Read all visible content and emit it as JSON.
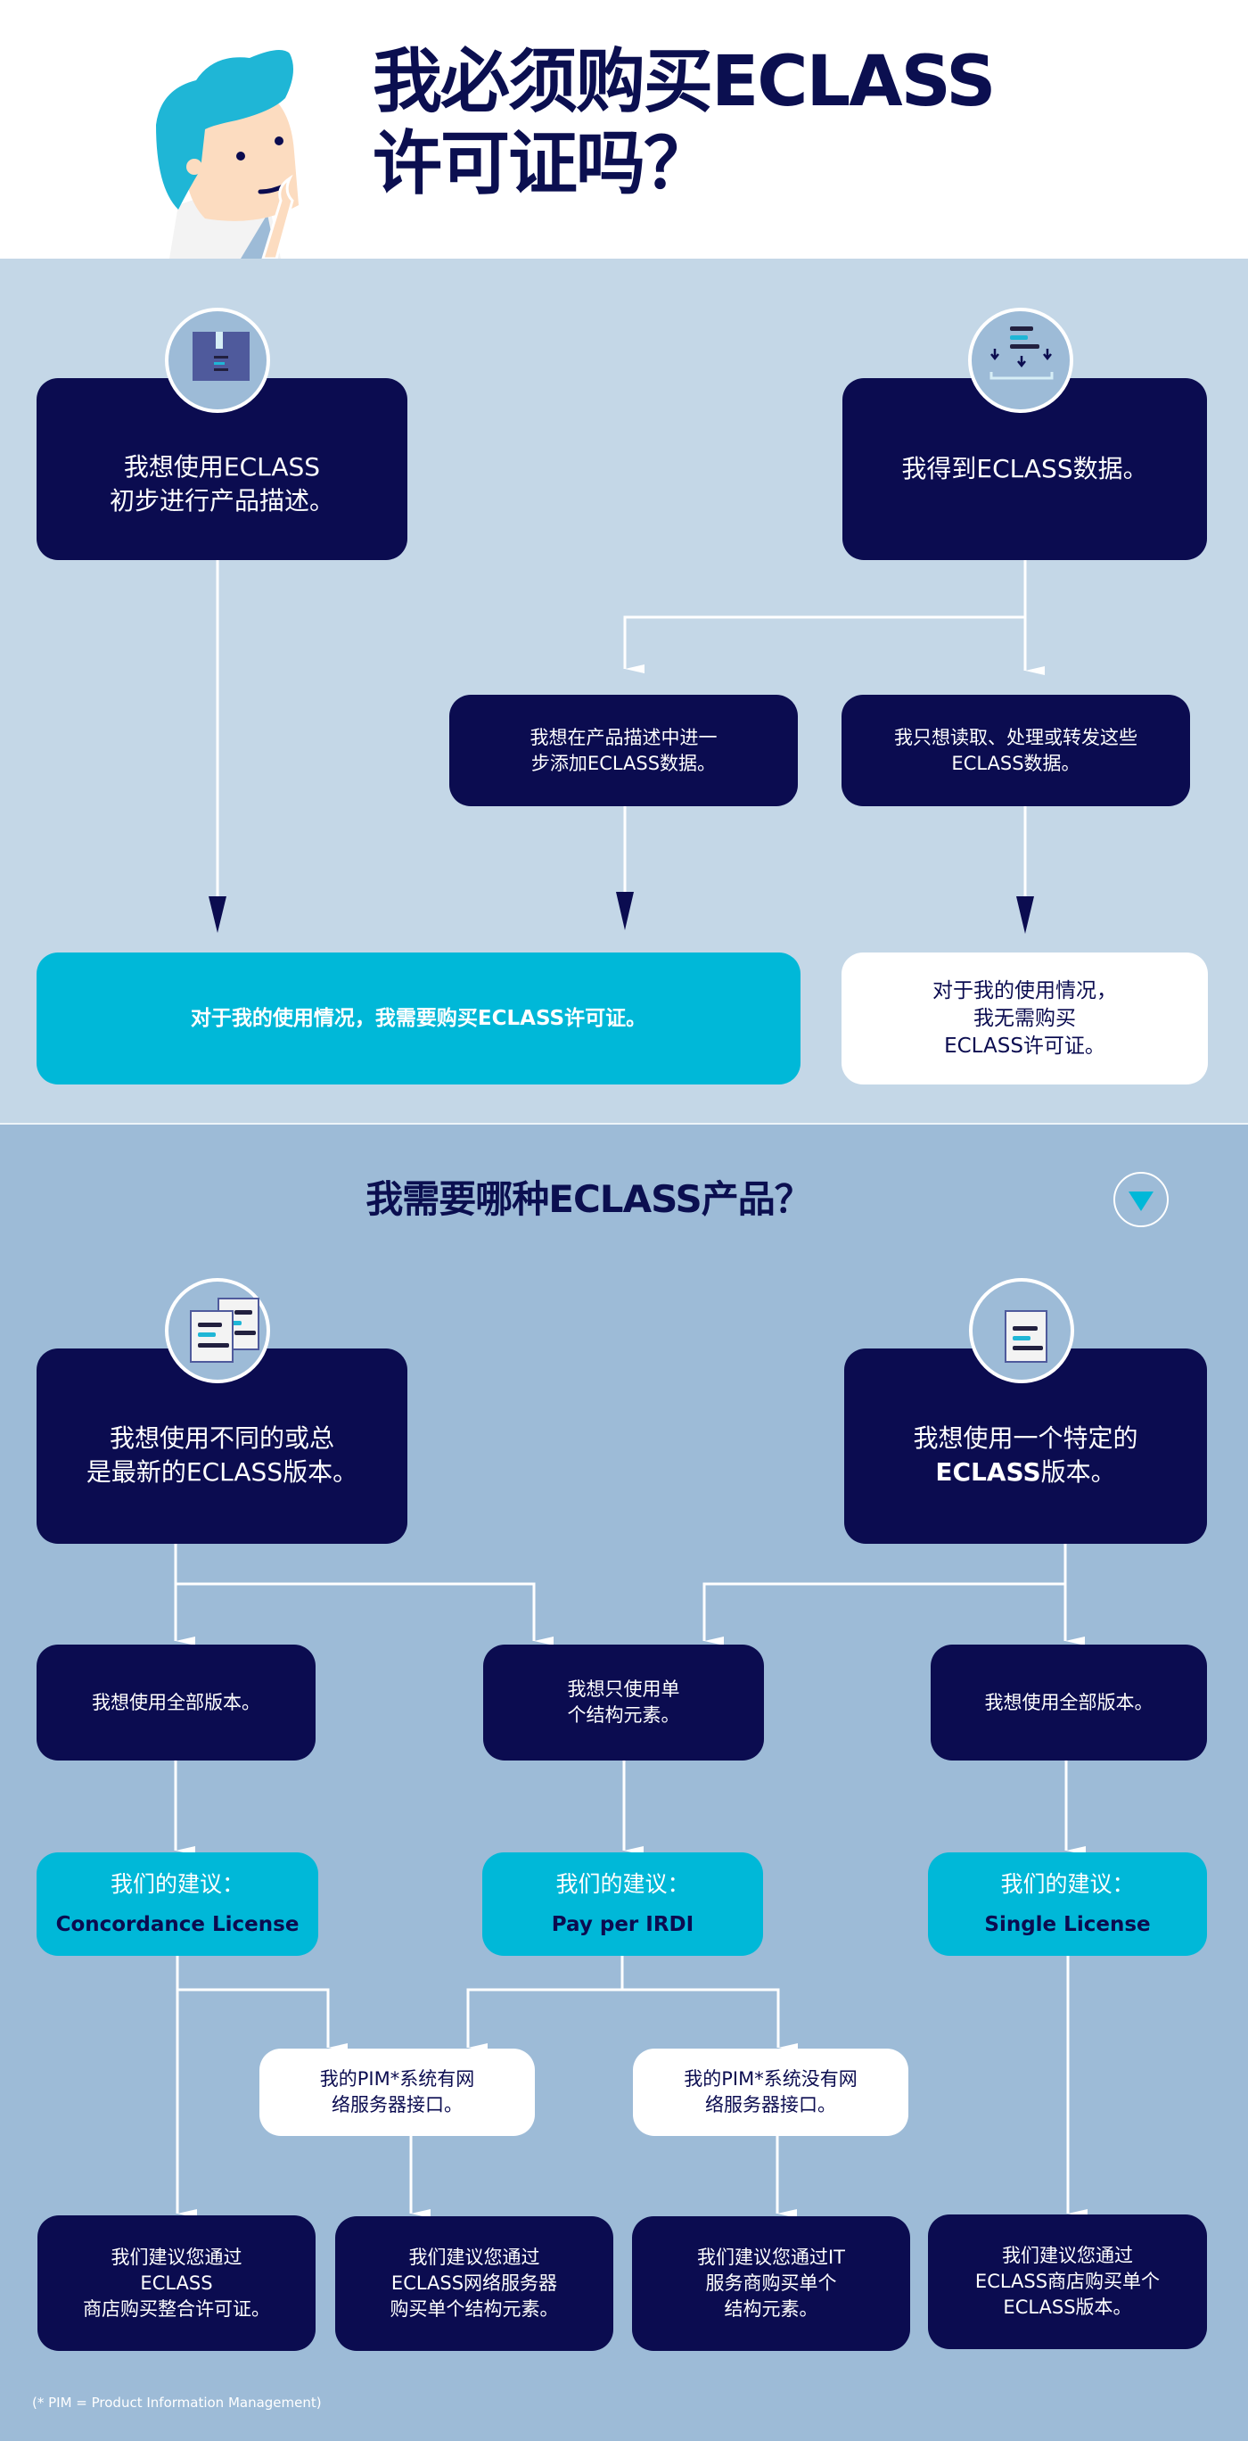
{
  "header": {
    "title_line1": "我必须购买ECLASS",
    "title_line2": "许可证吗？",
    "mascot_icon": "thinking-person-icon"
  },
  "section_license": {
    "start_left": {
      "text": "我想使用ECLASS\n初步进行产品描述。",
      "icon": "product-box-icon"
    },
    "start_right": {
      "text": "我得到ECLASS数据。",
      "icon": "data-download-icon"
    },
    "branch_add": {
      "text": "我想在产品描述中进一\n步添加ECLASS数据。"
    },
    "branch_read": {
      "text": "我只想读取、处理或转发这些\nECLASS数据。"
    },
    "result_need": {
      "text": "对于我的使用情况，我需要购买ECLASS许可证。"
    },
    "result_no_need": {
      "text": "对于我的使用情况，\n我无需购买\nECLASS许可证。"
    }
  },
  "section_product": {
    "title": "我需要哪种ECLASS产品？",
    "toggle_icon": "triangle-down-icon",
    "start_left": {
      "text": "我想使用不同的或总\n是最新的ECLASS版本。",
      "icon": "multiple-documents-icon"
    },
    "start_right": {
      "text_line1": "我想使用一个特定的",
      "text_bold": "ECLASS",
      "text_rest": "版本。",
      "icon": "single-document-icon"
    },
    "q_all_left": {
      "text": "我想使用全部版本。"
    },
    "q_single": {
      "text": "我想只使用单\n个结构元素。"
    },
    "q_all_right": {
      "text": "我想使用全部版本。"
    },
    "reco_label": "我们的建议：",
    "reco_concordance": "Concordance License",
    "reco_payper": "Pay per IRDI",
    "reco_single": "Single License",
    "pim_yes": {
      "text": "我的PIM*系统有网\n络服务器接口。"
    },
    "pim_no": {
      "text": "我的PIM*系统没有网\n络服务器接口。"
    },
    "out_shop_bundle": {
      "text": "我们建议您通过\nECLASS\n商店购买整合许可证。"
    },
    "out_webservice": {
      "text": "我们建议您通过\nECLASS网络服务器\n购买单个结构元素。"
    },
    "out_it_provider": {
      "text": "我们建议您通过IT\n服务商购买单个\n结构元素。"
    },
    "out_shop_single": {
      "text": "我们建议您通过\nECLASS商店购买单个\nECLASS版本。"
    }
  },
  "footnote": "(* PIM = Product Information Management)",
  "colors": {
    "navy": "#0b0c50",
    "cyan": "#00b8d8",
    "section_light": "#c4d7e7",
    "section_mid": "#9dbbd7",
    "white": "#ffffff"
  }
}
